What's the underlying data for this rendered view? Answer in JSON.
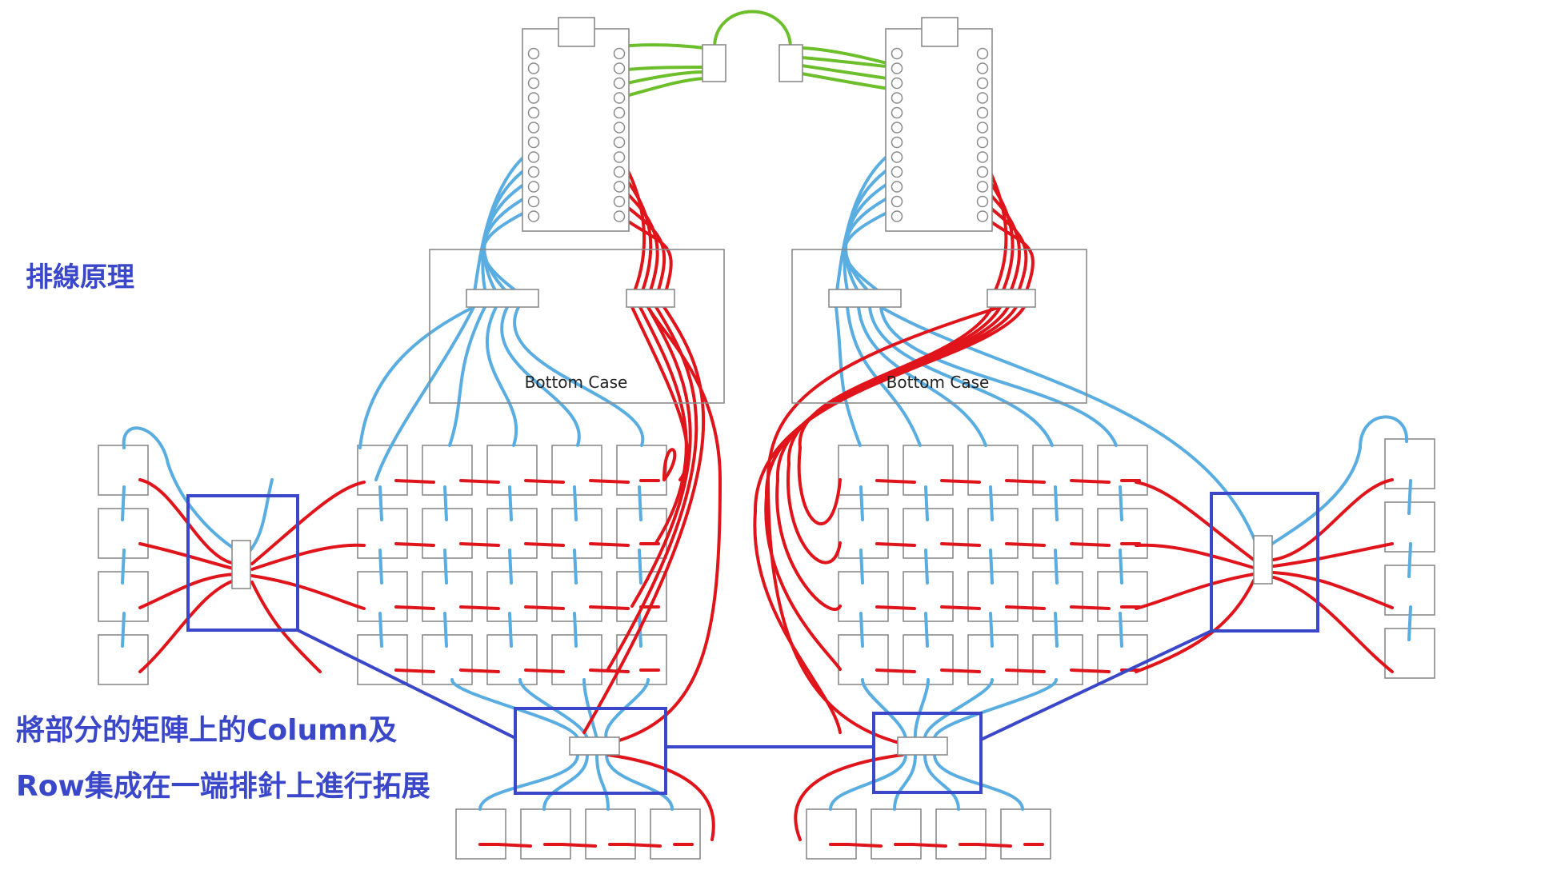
{
  "title": "排線原理",
  "annotation": {
    "line1": "將部分的矩陣上的Column及",
    "line2": "Row集成在一端排針上進行拓展"
  },
  "boards": {
    "left_case_label": "Bottom Case",
    "right_case_label": "Bottom Case"
  },
  "colors": {
    "column_wire": "#5aade0",
    "row_wire": "#e0141b",
    "link_wire": "#6cbf2a",
    "highlight": "#3b47c9",
    "outline": "#8a8a8a"
  }
}
